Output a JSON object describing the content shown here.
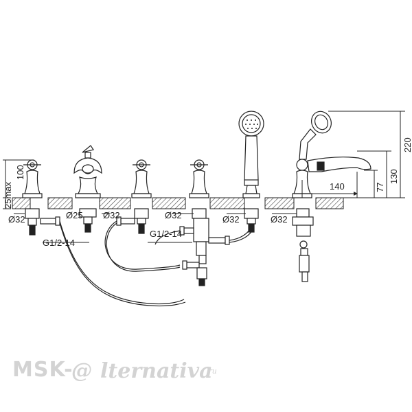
{
  "dimensions": {
    "height_100": "100",
    "mount_25max": "25max",
    "dia_32_a": "Ø32",
    "dia_25": "Ø25",
    "dia_32_b": "Ø32",
    "dia_32_c": "Ø32",
    "dia_32_d": "Ø32",
    "dia_32_e": "Ø32",
    "thread_a": "G1/2-14",
    "thread_b": "G1/2-14",
    "height_220": "220",
    "height_130": "130",
    "height_77": "77",
    "reach_140": "140"
  },
  "watermark": {
    "brand": "MSK-",
    "at": "@",
    "script": "lternativa",
    "tld": ".ru"
  },
  "colors": {
    "line": "#222222",
    "hatch": "#444444",
    "watermark": "#d3d3d3"
  }
}
